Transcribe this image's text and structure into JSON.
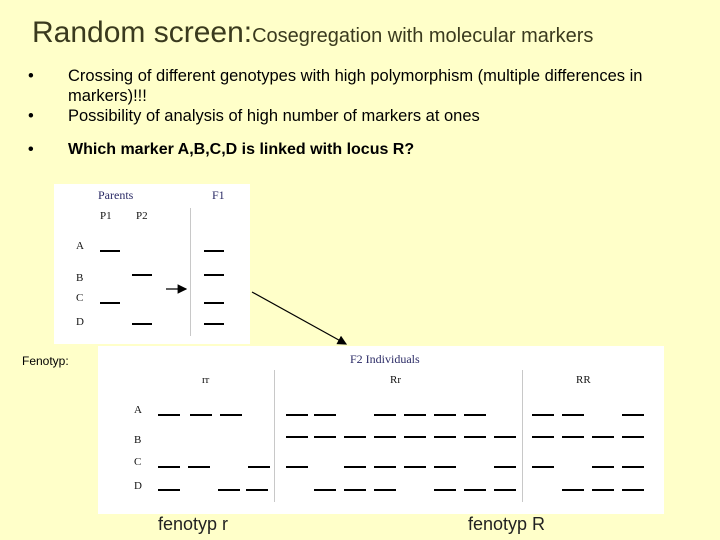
{
  "title": {
    "big": "Random screen:",
    "small": "Cosegregation with molecular markers"
  },
  "bullets": [
    "Crossing of different genotypes with high polymorphism (multiple differences in markers)!!!",
    "Possibility of analysis of high number of markers at ones",
    "Which marker A,B,C,D is linked with locus R?"
  ],
  "panel1": {
    "parents": "Parents",
    "f1": "F1",
    "p1": "P1",
    "p2": "P2",
    "markers": [
      "A",
      "B",
      "C",
      "D"
    ]
  },
  "fenotyp": {
    "label": "Fenotyp:",
    "parent1": "r",
    "parent2": "R"
  },
  "panel2": {
    "title": "F2 Individuals",
    "groups": [
      "rr",
      "Rr",
      "RR"
    ],
    "markers": [
      "A",
      "B",
      "C",
      "D"
    ]
  },
  "footer": {
    "left": "fenotyp r",
    "right": "fenotyp R"
  }
}
